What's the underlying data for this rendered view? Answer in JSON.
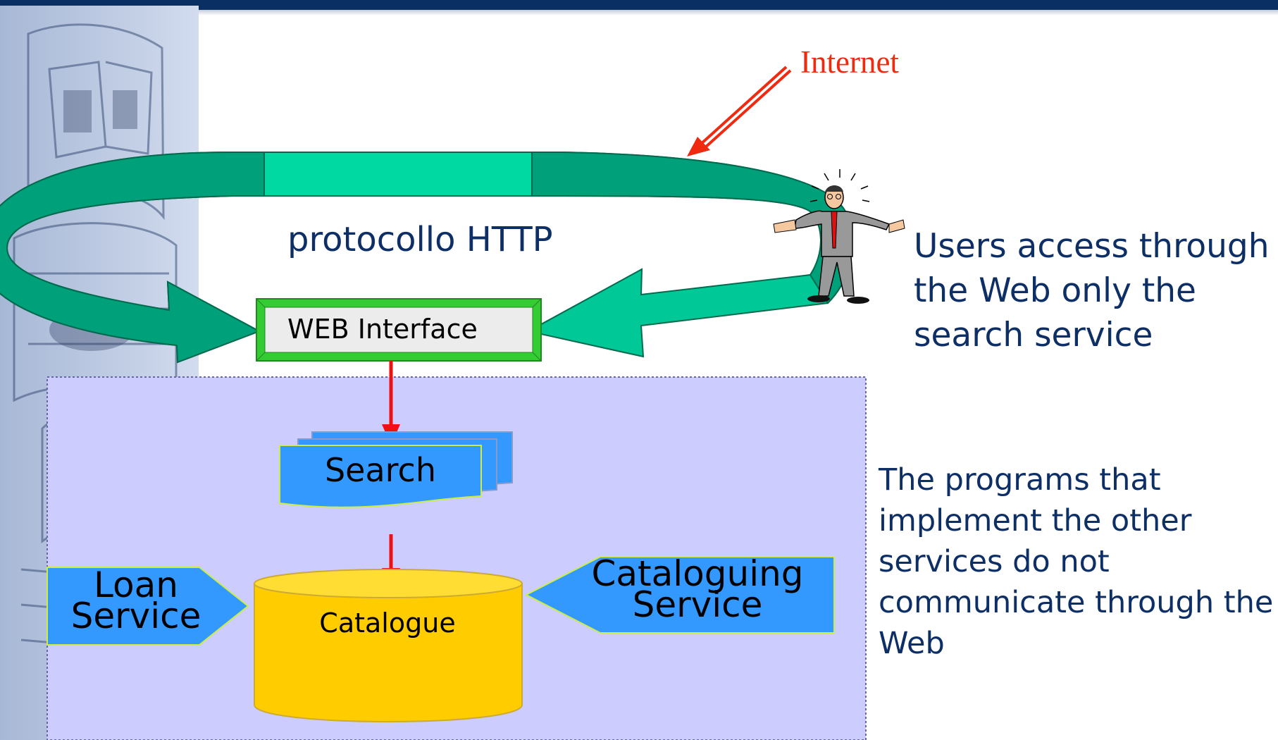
{
  "texts": {
    "internet": "Internet",
    "protocol": "protocollo HTTP",
    "web_interface": "WEB Interface",
    "search": "Search",
    "catalogue": "Catalogue",
    "loan_service": "Loan\nService",
    "cataloguing_service": "Cataloguing\nService",
    "users_note": "Users access through the Web only the search service",
    "programs_note": "The programs that implement the other services do not communicate through the Web"
  },
  "colors": {
    "header_bar": "#0a2f63",
    "arrow_green": "#00c896",
    "arrow_green_dark": "#00a07a",
    "panel": "#ccccff",
    "blue_shape": "#3399ff",
    "catalogue_yellow": "#ffcc00",
    "red_arrow": "#ee1111",
    "internet_red": "#f02a10",
    "text_navy": "#0d2f66"
  },
  "icons": {
    "person": "shrugging-man-icon",
    "decoration": "vintage-engraving"
  }
}
